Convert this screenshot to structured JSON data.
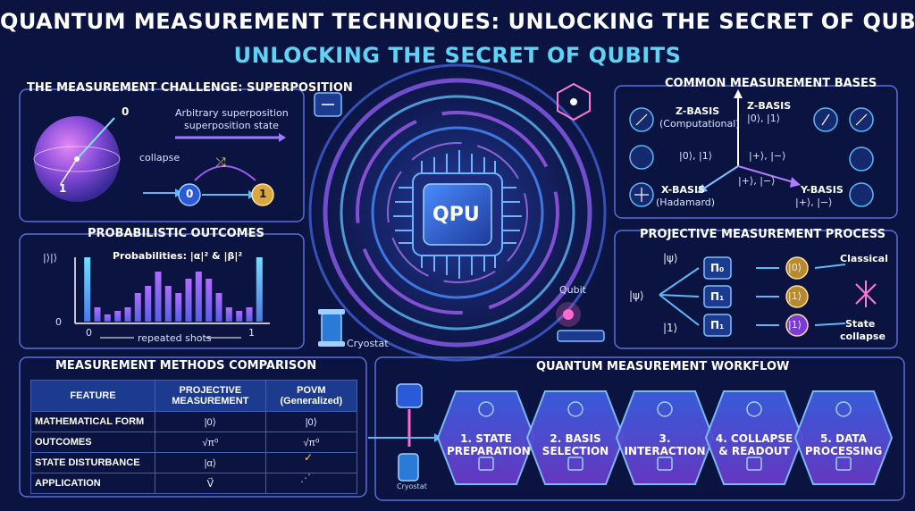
{
  "title": "QUANTUM MEASUREMENT TECHNIQUES: UNLOCKING THE SECRET OF QUBITS",
  "subtitle": "UNLOCKING THE SECRET OF QUBITS",
  "colors": {
    "background": "#0b1440",
    "panel_border": "#5a6fd6",
    "accent_cyan": "#5fd3f5",
    "accent_purple": "#a05cf0"
  },
  "superposition": {
    "heading": "THE MEASUREMENT CHALLENGE: SUPERPOSITION",
    "ket_top": "0",
    "ket_bottom": "1",
    "collapse": "collapse",
    "text_line1": "Arbitrary superposition",
    "text_line2": "superposition state",
    "outcome_0": "0",
    "outcome_1": "1"
  },
  "probabilistic": {
    "heading": "PROBABILISTIC OUTCOMES",
    "y_label": "|⟩|⟩",
    "y_zero": "0",
    "x_zero": "0",
    "x_one": "1",
    "probabilities": "Probabilities: |α|² & |β|²",
    "x_axis": "repeated shots"
  },
  "chart_data": {
    "type": "bar",
    "values": [
      9,
      2,
      1,
      1.5,
      2,
      4,
      5,
      7,
      5,
      4,
      6,
      7,
      6,
      4,
      2,
      1.5,
      2,
      9
    ],
    "xlabel": "repeated shots"
  },
  "center": {
    "chip_label": "QPU",
    "qubit_label": "Qubit",
    "cryostat_label": "Cryostat",
    "cryostat_small_label": "Cryostat"
  },
  "bases": {
    "heading": "COMMON MEASUREMENT BASES",
    "z_basis": "Z-BASIS",
    "z_basis_sub": "(Computational)",
    "z_axis_label": "Z-BASIS",
    "z_axis_kets": "|0⟩, |1⟩",
    "middle_kets_1": "|0⟩, |1⟩",
    "middle_kets_2": "|+⟩, |−⟩",
    "middle_kets_3": "|+⟩, |−⟩",
    "x_basis": "X-BASIS",
    "x_basis_sub": "(Hadamard)",
    "y_basis": "Y-BASIS",
    "y_basis_kets": "|+⟩, |−⟩"
  },
  "projective": {
    "heading": "PROJECTIVE MEASUREMENT PROCESS",
    "psi_top": "|ψ⟩",
    "psi_left": "|ψ⟩",
    "one_left": "|1⟩",
    "pi_0": "Π₀",
    "pi_1a": "Π₁",
    "pi_1b": "Π₁",
    "out_0": "|0⟩",
    "out_1a": "|1⟩",
    "out_1b": "|1⟩",
    "classical": "Classical",
    "state": "State",
    "collapse": "collapse"
  },
  "methods": {
    "heading": "MEASUREMENT METHODS COMPARISON",
    "col_feature": "FEATURE",
    "col_proj_1": "PROJECTIVE",
    "col_proj_2": "MEASUREMENT",
    "col_povm_1": "POVM",
    "col_povm_2": "(Generalized)",
    "rows": [
      {
        "feature": "MATHEMATICAL FORM",
        "projective": "|0⟩",
        "povm": "|0⟩"
      },
      {
        "feature": "OUTCOMES",
        "projective": "√π⁰",
        "povm": "√π⁰"
      },
      {
        "feature": "STATE DISTURBANCE",
        "projective": "|α⟩",
        "povm": ""
      },
      {
        "feature": "APPLICATION",
        "projective": "V⃗",
        "povm": ""
      }
    ]
  },
  "workflow": {
    "heading": "QUANTUM MEASUREMENT WORKFLOW",
    "steps": [
      {
        "line1": "1. STATE",
        "line2": "PREPARATION"
      },
      {
        "line1": "2. BASIS",
        "line2": "SELECTION"
      },
      {
        "line1": "3. INTERACTION",
        "line2": ""
      },
      {
        "line1": "4. COLLAPSE",
        "line2": "& READOUT"
      },
      {
        "line1": "5. DATA",
        "line2": "PROCESSING"
      }
    ]
  }
}
